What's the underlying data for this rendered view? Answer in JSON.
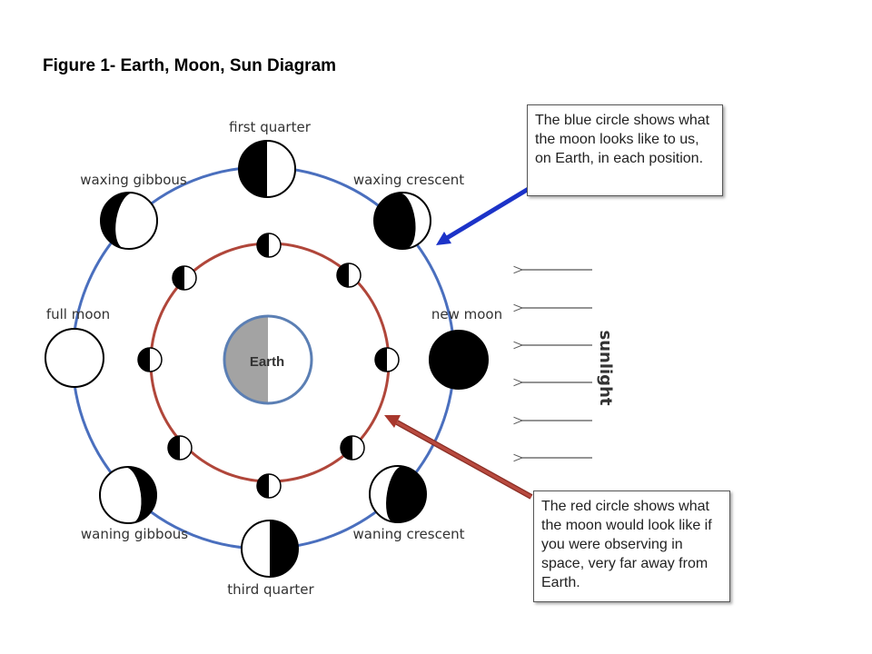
{
  "title": "Figure 1- Earth, Moon, Sun Diagram",
  "earth_label": "Earth",
  "sunlight_label": "sunlight",
  "phases": {
    "first_quarter": "first quarter",
    "waxing_crescent": "waxing crescent",
    "new_moon": "new moon",
    "waning_crescent": "waning crescent",
    "third_quarter": "third quarter",
    "waning_gibbous": "waning gibbous",
    "full_moon": "full moon",
    "waxing_gibbous": "waxing gibbous"
  },
  "callouts": {
    "blue": "The blue circle shows what the moon looks like to us, on Earth, in each position.",
    "red": "The red circle shows what the moon would look like if you were observing in space, very far away from Earth."
  },
  "colors": {
    "outer_orbit": "#4a6fbe",
    "inner_orbit": "#b0463a",
    "blue_arrow": "#1c33c8",
    "red_arrow": "#a8372d",
    "earth_fill": "#a3a3a3",
    "earth_stroke": "#5b7fb4"
  }
}
